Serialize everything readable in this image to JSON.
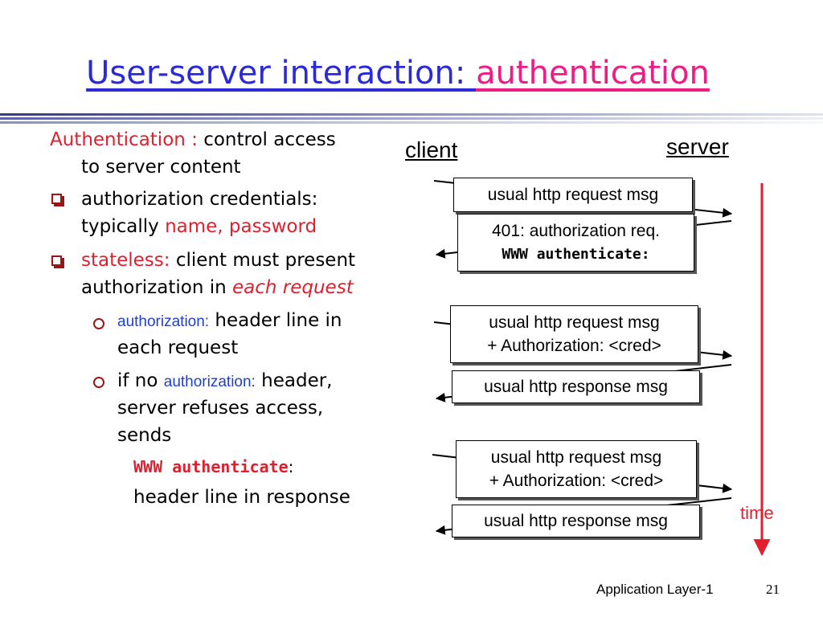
{
  "title": {
    "part1": "User-server interaction: ",
    "part2": "authentication"
  },
  "left": {
    "intro_term": "Authentication :",
    "intro_rest": "control access",
    "intro_line2": "to server content",
    "b1_line1": "authorization credentials:",
    "b1_line2_a": "typically ",
    "b1_line2_b": "name, password",
    "b2_term": "stateless:",
    "b2_rest": " client must present",
    "b2_line2_a": "authorization in ",
    "b2_line2_b": "each request",
    "s1_term": "authorization:",
    "s1_rest": " header line in",
    "s1_line2": "each request",
    "s2_a": "if no ",
    "s2_term": "authorization:",
    "s2_rest": " header,",
    "s2_line2": "server refuses access,",
    "s2_line3": "sends",
    "www_code": "WWW authenticate",
    "www_colon": ":",
    "header_line": "header line in response"
  },
  "diagram": {
    "client_label": "client",
    "server_label": "server",
    "time_label": "time",
    "messages": [
      {
        "lines": [
          "usual http request msg"
        ]
      },
      {
        "lines": [
          "401: authorization req.",
          "WWW authenticate:"
        ]
      },
      {
        "lines": [
          "usual http request msg",
          "+  Authorization: <cred>"
        ]
      },
      {
        "lines": [
          "usual http response msg"
        ]
      },
      {
        "lines": [
          "usual http request msg",
          "+ Authorization: <cred>"
        ]
      },
      {
        "lines": [
          "usual http response msg"
        ]
      }
    ]
  },
  "footer": {
    "label": "Application Layer-1",
    "page": "21"
  },
  "colors": {
    "title_blue": "#2a2ad8",
    "title_pink": "#ee1c84",
    "accent_red": "#e0202e",
    "accent_blue": "#1f3fd0",
    "bullet": "#9a1515"
  }
}
